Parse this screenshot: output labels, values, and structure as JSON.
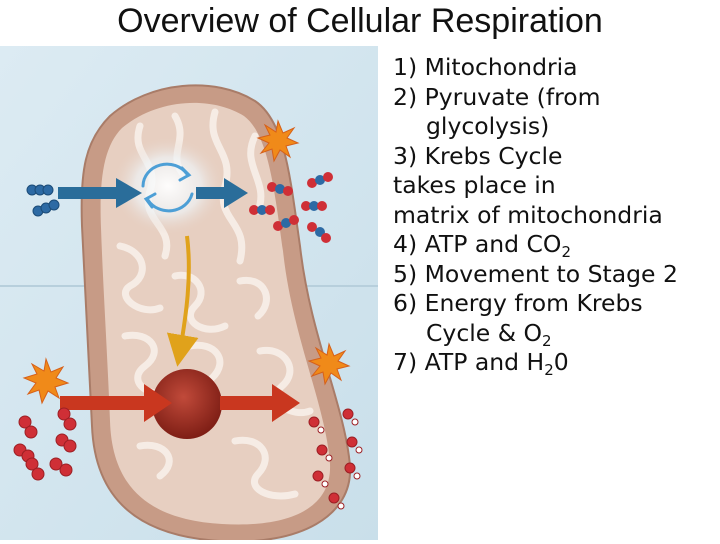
{
  "title": "Overview of Cellular Respiration",
  "items": [
    {
      "line1": "1) Mitochondria"
    },
    {
      "line1": "2) Pyruvate (from",
      "line2": "glycolysis)"
    },
    {
      "line1": "3) Krebs Cycle",
      "line2": "takes place in",
      "line3": "matrix of mitochondria"
    },
    {
      "line1_pre": "4) ATP and CO",
      "line1_sub": "2"
    },
    {
      "line1": "5) Movement to Stage 2"
    },
    {
      "line1": "6) Energy from Krebs",
      "line2_pre": "Cycle & O",
      "line2_sub": "2"
    },
    {
      "line1_pre": "7) ATP and H",
      "line1_sub": "2",
      "line1_post": "0"
    }
  ],
  "colors": {
    "panel_bg": "#d7e8f1",
    "membrane_outer": "#c79b86",
    "matrix": "#e7cfc1",
    "cristae": "#f3e6dd",
    "arrow_blue": "#2a6d9a",
    "arrow_red": "#c9371f",
    "arrow_yellow": "#e0a21b",
    "starburst": "#f08a19",
    "molecule_blue": "#2d6aa4",
    "molecule_red": "#cf2f36"
  },
  "icons": [
    "mitochondrion-illustration",
    "starburst-icon",
    "molecule-icon",
    "arrow-icon",
    "krebs-cycle-arrows-icon"
  ]
}
